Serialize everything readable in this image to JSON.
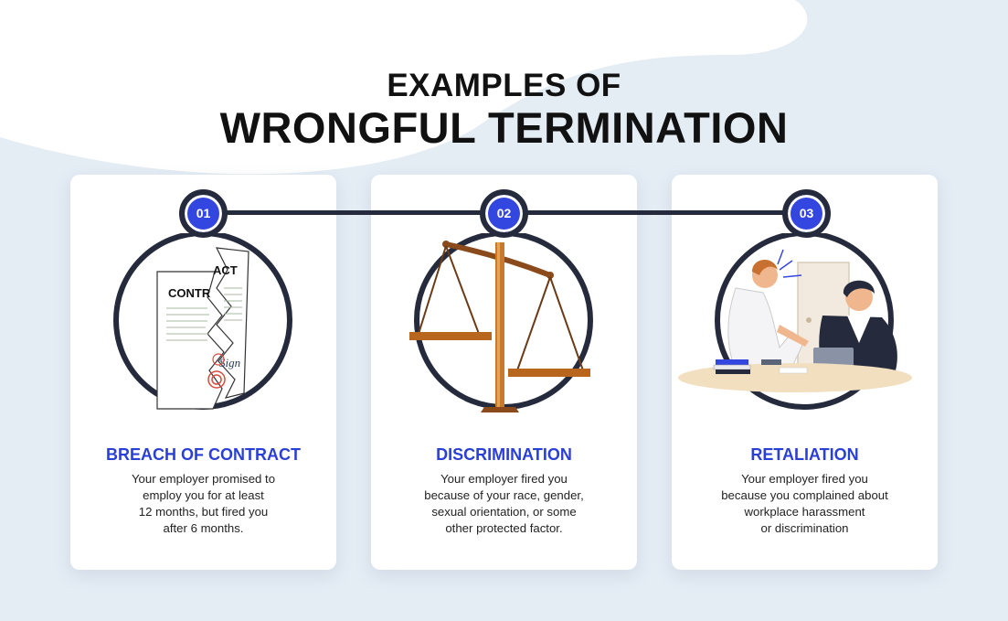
{
  "title": {
    "line1": "EXAMPLES OF",
    "line2": "WRONGFUL TERMINATION"
  },
  "colors": {
    "accent": "#3446e0",
    "dark": "#252b3d",
    "card_title": "#2a3fd6"
  },
  "cards": [
    {
      "number": "01",
      "title": "BREACH OF CONTRACT",
      "illustration_text": {
        "left": "CONTR",
        "right": "ACT",
        "sign": "Sign"
      },
      "description": [
        "Your employer promised to",
        "employ you for at least",
        "12 months, but fired you",
        "after 6 months."
      ]
    },
    {
      "number": "02",
      "title": "DISCRIMINATION",
      "description": [
        "Your employer fired you",
        "because of your race, gender,",
        "sexual orientation, or some",
        "other protected factor."
      ]
    },
    {
      "number": "03",
      "title": "RETALIATION",
      "description": [
        "Your employer fired you",
        "because you complained about",
        "workplace harassment",
        "or discrimination"
      ]
    }
  ]
}
